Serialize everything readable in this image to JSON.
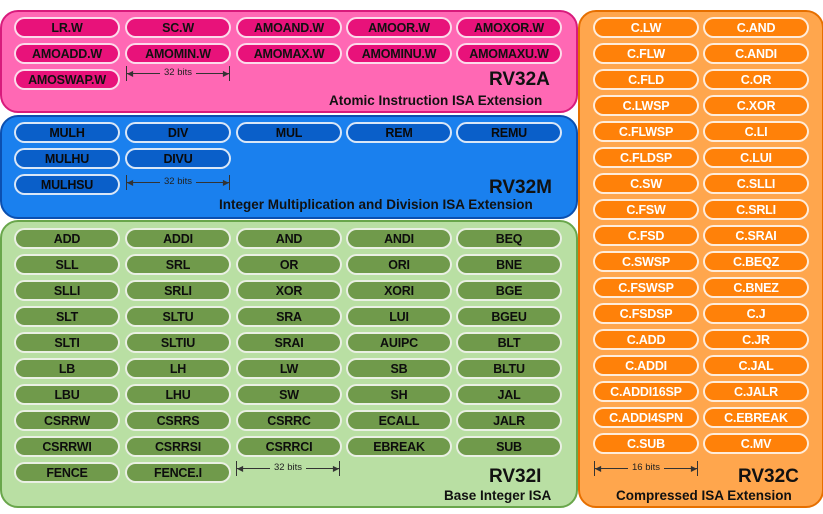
{
  "colors": {
    "rv32a_bg": "#ff68b4",
    "rv32a_border": "#d81b7c",
    "rv32a_pill": "#e8127a",
    "rv32m_bg": "#1a80ee",
    "rv32m_border": "#0b4fb0",
    "rv32m_pill": "#0a5fc9",
    "rv32i_bg": "#b9dfa3",
    "rv32i_border": "#69a64b",
    "rv32i_pill": "#709a4b",
    "rv32c_bg": "#ffa64d",
    "rv32c_border": "#e66f00",
    "rv32c_pill": "#ff8109"
  },
  "rv32a": {
    "name": "RV32A",
    "subtitle": "Atomic Instruction ISA Extension",
    "width_label": "32 bits",
    "instructions": [
      "LR.W",
      "SC.W",
      "AMOAND.W",
      "AMOOR.W",
      "AMOXOR.W",
      "AMOADD.W",
      "AMOMIN.W",
      "AMOMAX.W",
      "AMOMINU.W",
      "AMOMAXU.W",
      "AMOSWAP.W"
    ]
  },
  "rv32m": {
    "name": "RV32M",
    "subtitle": "Integer Multiplication and Division ISA Extension",
    "width_label": "32 bits",
    "instructions": [
      "MULH",
      "DIV",
      "MUL",
      "REM",
      "REMU",
      "MULHU",
      "DIVU",
      "MULHSU"
    ]
  },
  "rv32i": {
    "name": "RV32I",
    "subtitle": "Base Integer ISA",
    "width_label": "32 bits",
    "instructions": [
      "ADD",
      "ADDI",
      "AND",
      "ANDI",
      "BEQ",
      "SLL",
      "SRL",
      "OR",
      "ORI",
      "BNE",
      "SLLI",
      "SRLI",
      "XOR",
      "XORI",
      "BGE",
      "SLT",
      "SLTU",
      "SRA",
      "LUI",
      "BGEU",
      "SLTI",
      "SLTIU",
      "SRAI",
      "AUIPC",
      "BLT",
      "LB",
      "LH",
      "LW",
      "SB",
      "BLTU",
      "LBU",
      "LHU",
      "SW",
      "SH",
      "JAL",
      "CSRRW",
      "CSRRS",
      "CSRRC",
      "ECALL",
      "JALR",
      "CSRRWI",
      "CSRRSI",
      "CSRRCI",
      "EBREAK",
      "SUB",
      "FENCE",
      "FENCE.I"
    ]
  },
  "rv32c": {
    "name": "RV32C",
    "subtitle": "Compressed ISA Extension",
    "width_label": "16 bits",
    "instructions": [
      "C.LW",
      "C.AND",
      "C.FLW",
      "C.ANDI",
      "C.FLD",
      "C.OR",
      "C.LWSP",
      "C.XOR",
      "C.FLWSP",
      "C.LI",
      "C.FLDSP",
      "C.LUI",
      "C.SW",
      "C.SLLI",
      "C.FSW",
      "C.SRLI",
      "C.FSD",
      "C.SRAI",
      "C.SWSP",
      "C.BEQZ",
      "C.FSWSP",
      "C.BNEZ",
      "C.FSDSP",
      "C.J",
      "C.ADD",
      "C.JR",
      "C.ADDI",
      "C.JAL",
      "C.ADDI16SP",
      "C.JALR",
      "C.ADDI4SPN",
      "C.EBREAK",
      "C.SUB",
      "C.MV"
    ]
  }
}
